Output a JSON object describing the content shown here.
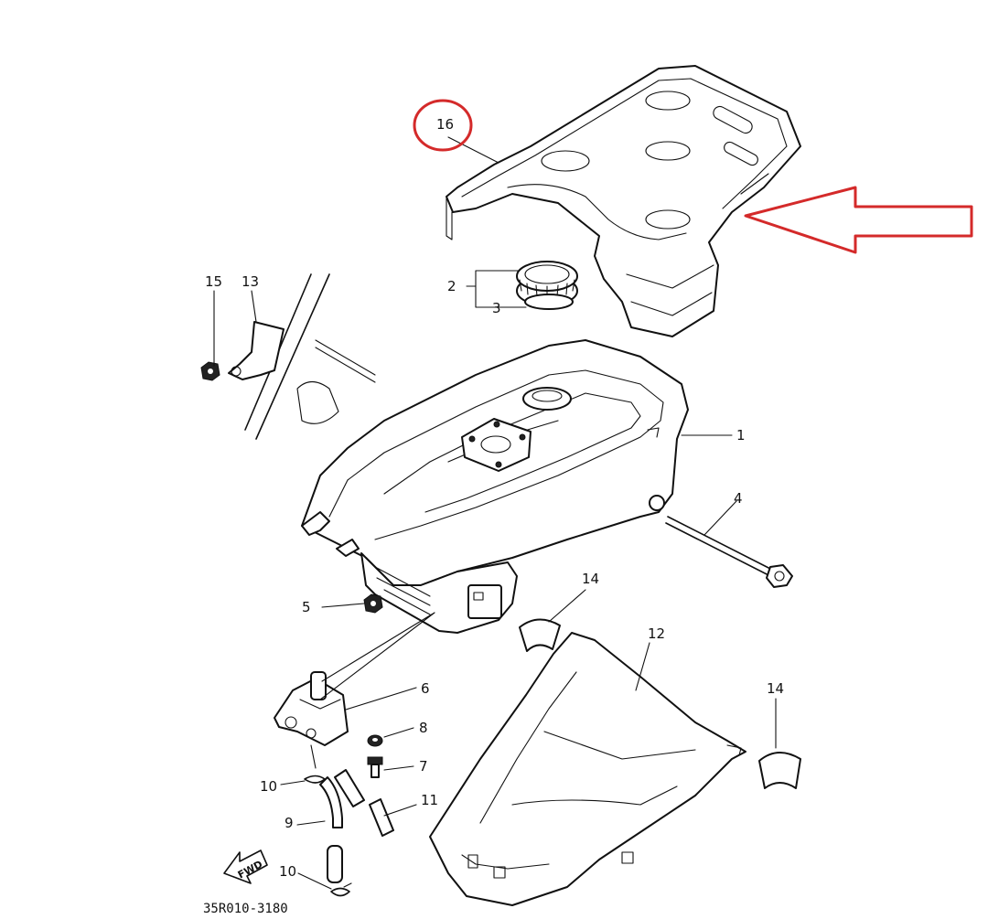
{
  "labels": {
    "p1": "1",
    "p2": "2",
    "p3": "3",
    "p4": "4",
    "p5": "5",
    "p6": "6",
    "p7": "7",
    "p8": "8",
    "p9": "9",
    "p10a": "10",
    "p10b": "10",
    "p11": "11",
    "p12": "12",
    "p13": "13",
    "p14a": "14",
    "p14b": "14",
    "p15": "15",
    "p16": "16"
  },
  "fwd_label": "FWD",
  "diagram_code": "35R010-3180",
  "highlight_color": "#d42a2a",
  "icons": {
    "callout_arrow": "red-outline-arrow-left",
    "callout_circle": "red-circle"
  }
}
